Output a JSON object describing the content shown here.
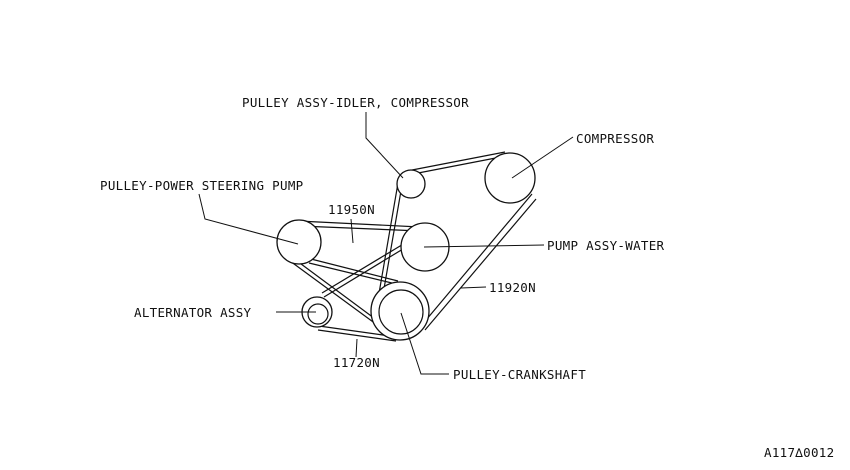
{
  "labels": {
    "idler": "PULLEY ASSY-IDLER, COMPRESSOR",
    "compressor": "COMPRESSOR",
    "power_steering": "PULLEY-POWER STEERING PUMP",
    "belt_11950n": "11950N",
    "water_pump": "PUMP ASSY-WATER",
    "belt_11920n": "11920N",
    "alternator": "ALTERNATOR ASSY",
    "belt_11720n": "11720N",
    "crankshaft": "PULLEY-CRANKSHAFT"
  },
  "diagram_code": "A117∆0012"
}
